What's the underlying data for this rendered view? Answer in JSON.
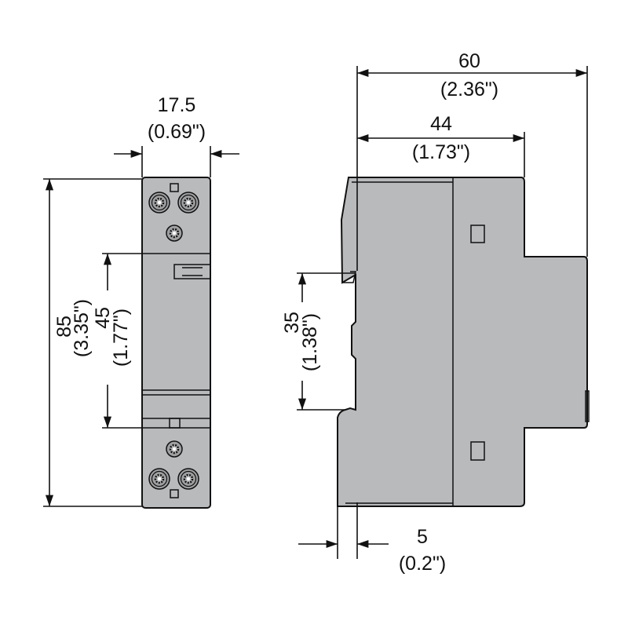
{
  "drawing": {
    "front_view": {
      "width": {
        "mm": "17.5",
        "in": "(0.69\")"
      },
      "height": {
        "mm": "85",
        "in": "(3.35\")"
      },
      "middle_height": {
        "mm": "45",
        "in": "(1.77\")"
      }
    },
    "side_view": {
      "total_depth": {
        "mm": "60",
        "in": "(2.36\")"
      },
      "front_depth": {
        "mm": "44",
        "in": "(1.73\")"
      },
      "rail_height": {
        "mm": "35",
        "in": "(1.38\")"
      },
      "rail_offset": {
        "mm": "5",
        "in": "(0.2\")"
      }
    },
    "colors": {
      "body": "#b9babc",
      "line": "#111111"
    }
  }
}
